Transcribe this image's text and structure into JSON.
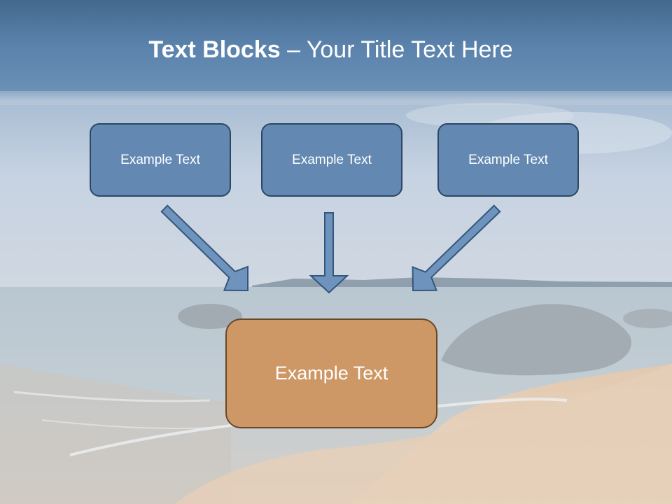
{
  "title": {
    "bold": "Text Blocks",
    "dash": " – ",
    "rest": "Your Title Text Here"
  },
  "boxes": {
    "top_left": "Example Text",
    "top_center": "Example Text",
    "top_right": "Example Text",
    "bottom": "Example Text"
  },
  "colors": {
    "box_fill": "#6389b2",
    "box_border": "#2b4765",
    "target_fill": "#cd9766",
    "target_border": "#6a4726",
    "arrow_fill": "#6e94bd",
    "arrow_border": "#34567b"
  }
}
